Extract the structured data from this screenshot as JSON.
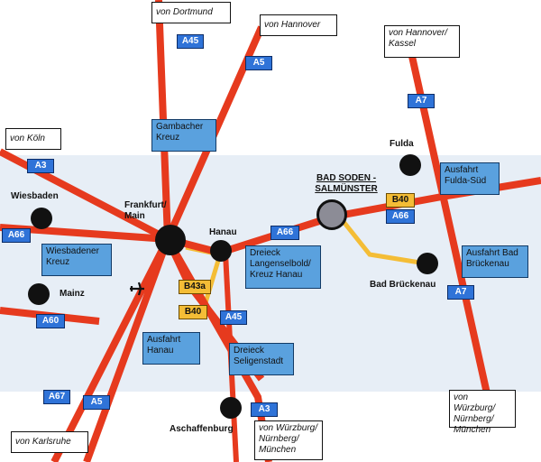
{
  "colors": {
    "autobahn": "#e63a1e",
    "bundesstrasse": "#f4bd36",
    "shield_blue": "#2f73d8",
    "info_blue": "#5aa1de",
    "band": "#e7eef6"
  },
  "origins": {
    "dortmund": "von Dortmund",
    "hannover": "von Hannover",
    "hannover_kassel": "von Hannover/ Kassel",
    "koeln": "von Köln",
    "karlsruhe": "von Karlsruhe",
    "wuerzburg_left": "von Würzburg/ Nürnberg/ München",
    "wuerzburg_right": "von Würzburg/ Nürnberg/ München"
  },
  "shields": {
    "a45_top": "A45",
    "a5_top": "A5",
    "a7_top": "A7",
    "a3_left": "A3",
    "a66_left": "A66",
    "a66_mid": "A66",
    "a66_right": "A66",
    "a60": "A60",
    "a45_low": "A45",
    "a67": "A67",
    "a5_low": "A5",
    "a3_low": "A3",
    "a7_right": "A7",
    "b40_right": "B40",
    "b43a": "B43a",
    "b40_left": "B40"
  },
  "info_boxes": {
    "gambach": "Gambacher Kreuz",
    "wiesbadener": "Wiesbadener Kreuz",
    "langenselbold": "Dreieck Langenselbold/ Kreuz Hanau",
    "fulda_sued": "Ausfahrt Fulda-Süd",
    "brueckenau": "Ausfahrt Bad Brückenau",
    "hanau_exit": "Ausfahrt Hanau",
    "seligenstadt": "Dreieck Seligenstadt"
  },
  "places": {
    "wiesbaden": "Wiesbaden",
    "mainz": "Mainz",
    "frankfurt": "Frankfurt/ Main",
    "hanau": "Hanau",
    "fulda": "Fulda",
    "bad_soden": "BAD SODEN - SALMÜNSTER",
    "bad_brueckenau": "Bad Brückenau",
    "aschaffenburg": "Aschaffenburg"
  },
  "icons": {
    "airport": "airplane-icon"
  }
}
